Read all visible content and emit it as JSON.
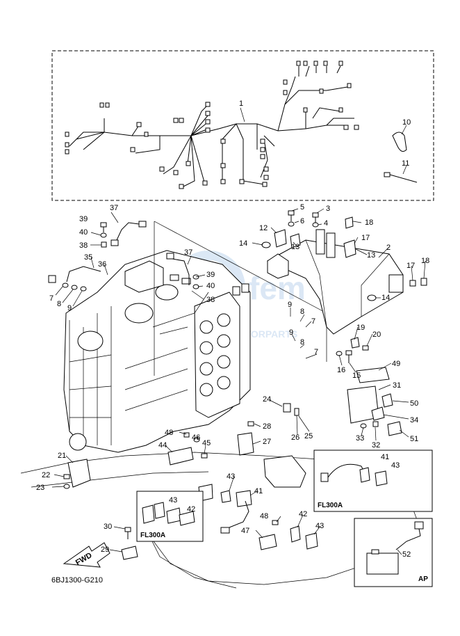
{
  "diagram_code": "6BJ1300-G210",
  "fwd_label": "FWD",
  "watermark": {
    "line1": "fem",
    "line2": "MOTORPARTS"
  },
  "boxes": {
    "fl300a_right": "FL300A",
    "fl300a_left": "FL300A",
    "ap": "AP"
  },
  "callouts": [
    "1",
    "2",
    "3",
    "4",
    "5",
    "6",
    "7",
    "8",
    "9",
    "10",
    "11",
    "12",
    "13",
    "14",
    "15",
    "16",
    "17",
    "18",
    "19",
    "20",
    "21",
    "22",
    "23",
    "24",
    "25",
    "26",
    "27",
    "28",
    "29",
    "30",
    "31",
    "32",
    "33",
    "34",
    "35",
    "36",
    "37",
    "38",
    "39",
    "40",
    "41",
    "42",
    "43",
    "44",
    "45",
    "46",
    "47",
    "48",
    "49",
    "50",
    "51",
    "52"
  ]
}
